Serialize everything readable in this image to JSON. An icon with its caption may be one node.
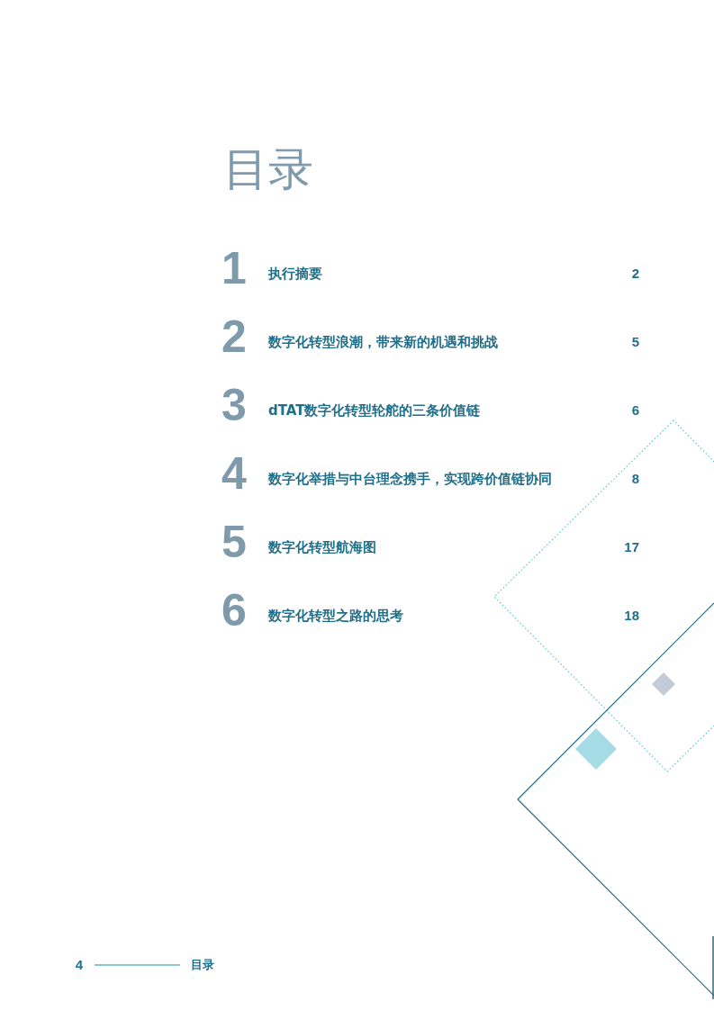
{
  "diagram": {
    "title": "目录",
    "labels": [
      "1",
      "执行摘要",
      "2",
      "2",
      "数字化转型浪潮，带来新的机遇和挑战",
      "5",
      "3",
      "dTAT数字化转型轮舵的三条价值链",
      "6",
      "4",
      "数字化举措与中台理念携手，实现跨价值链协同",
      "8",
      "5",
      "数字化转型航海图",
      "17",
      "6",
      "数字化转型之路的思考",
      "18",
      "4",
      "目录"
    ]
  }
}
